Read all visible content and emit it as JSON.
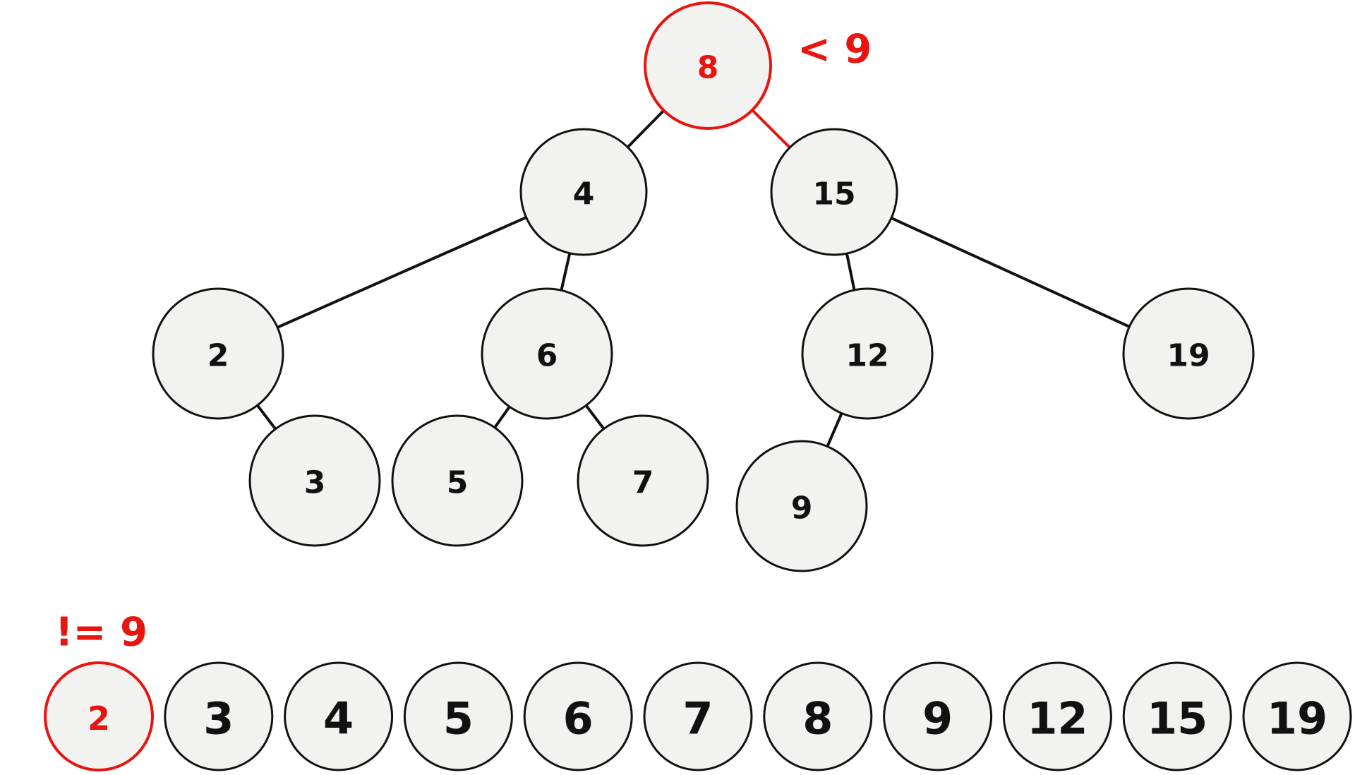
{
  "tree": {
    "root_annotation": "< 9",
    "nodes": [
      {
        "id": "n8",
        "label": "8",
        "highlight": true
      },
      {
        "id": "n4",
        "label": "4"
      },
      {
        "id": "n15",
        "label": "15"
      },
      {
        "id": "n2",
        "label": "2"
      },
      {
        "id": "n6",
        "label": "6"
      },
      {
        "id": "n12",
        "label": "12"
      },
      {
        "id": "n19",
        "label": "19"
      },
      {
        "id": "n3",
        "label": "3"
      },
      {
        "id": "n5",
        "label": "5"
      },
      {
        "id": "n7",
        "label": "7"
      },
      {
        "id": "n9",
        "label": "9"
      }
    ],
    "edges": [
      {
        "from": "n8",
        "to": "n4"
      },
      {
        "from": "n8",
        "to": "n15",
        "highlight": true
      },
      {
        "from": "n4",
        "to": "n2"
      },
      {
        "from": "n4",
        "to": "n6"
      },
      {
        "from": "n15",
        "to": "n12"
      },
      {
        "from": "n15",
        "to": "n19"
      },
      {
        "from": "n2",
        "to": "n3"
      },
      {
        "from": "n6",
        "to": "n5"
      },
      {
        "from": "n6",
        "to": "n7"
      },
      {
        "from": "n12",
        "to": "n9"
      }
    ]
  },
  "sorted_list": {
    "annotation": "!= 9",
    "items": [
      {
        "label": "2",
        "highlight": true
      },
      {
        "label": "3"
      },
      {
        "label": "4"
      },
      {
        "label": "5"
      },
      {
        "label": "6"
      },
      {
        "label": "7"
      },
      {
        "label": "8"
      },
      {
        "label": "9"
      },
      {
        "label": "12"
      },
      {
        "label": "15"
      },
      {
        "label": "19"
      }
    ]
  },
  "colors": {
    "highlight": "#e8140f",
    "node_fill": "#f2f2f0",
    "stroke": "#111111"
  }
}
